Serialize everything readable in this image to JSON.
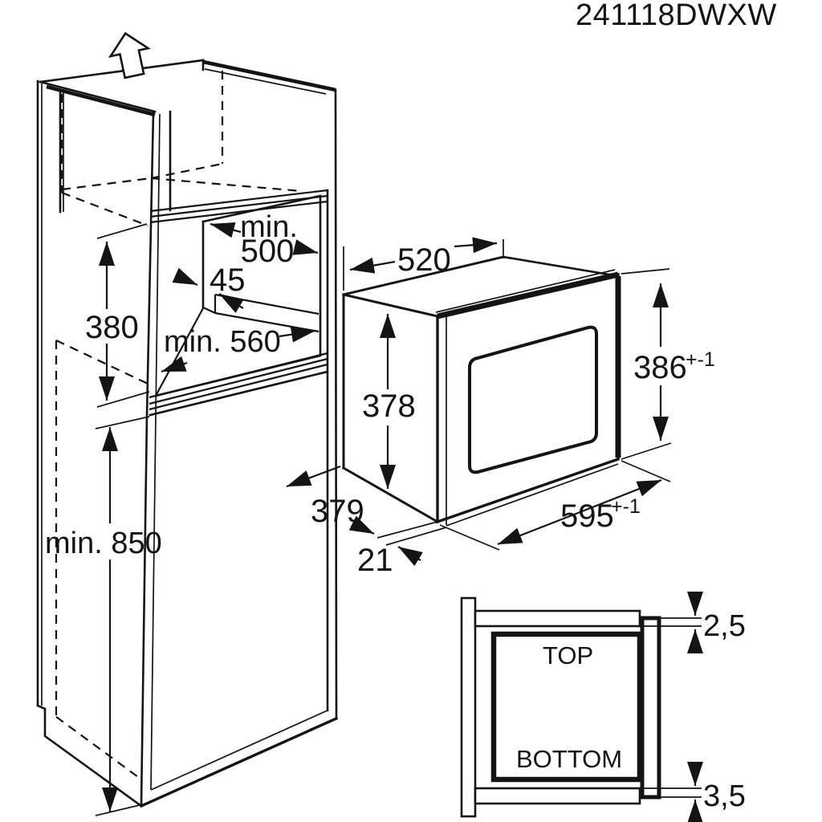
{
  "title": "241118DWXW",
  "colors": {
    "line": "#141414",
    "background": "#ffffff"
  },
  "cabinet": {
    "niche_depth_label": "min.",
    "niche_depth_value": "500",
    "rear_gap": "45",
    "niche_height": "380",
    "niche_width": "min. 560",
    "worktop_height": "min. 850"
  },
  "oven": {
    "depth": "520",
    "body_height": "378",
    "front_height": "386",
    "front_height_tolerance": "+-1",
    "front_width": "595",
    "front_width_tolerance": "+-1",
    "lower_depth": "379",
    "door_offset": "21"
  },
  "detail": {
    "top_label": "TOP",
    "bottom_label": "BOTTOM",
    "top_overlap": "2,5",
    "bottom_overlap": "3,5"
  }
}
